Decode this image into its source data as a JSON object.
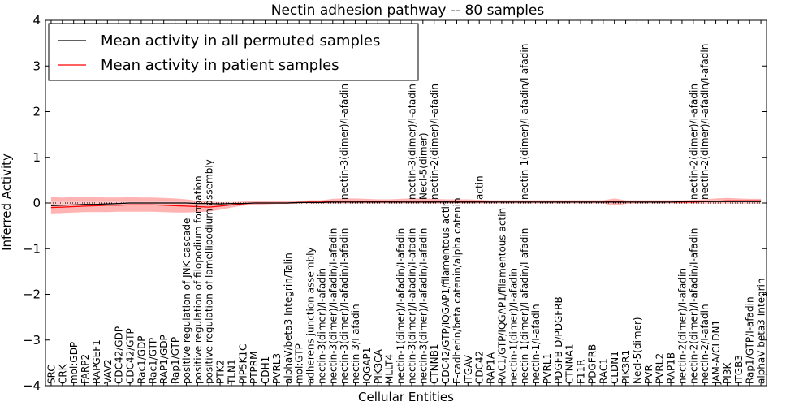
{
  "chart_data": {
    "type": "line",
    "title": "Nectin adhesion pathway -- 80 samples",
    "xlabel": "Cellular Entities",
    "ylabel": "Inferred Activity",
    "ylim": [
      -4,
      4
    ],
    "yticks": [
      -4,
      -3,
      -2,
      -1,
      0,
      1,
      2,
      3,
      4
    ],
    "ytick_labels": [
      "−4",
      "−3",
      "−2",
      "−1",
      "0",
      "1",
      "2",
      "3",
      "4"
    ],
    "grid": false,
    "legend_position": "top-left",
    "categories": [
      "SRC",
      "CRK",
      "mol:GDP",
      "FARP2",
      "RAPGEF1",
      "VAV2",
      "CDC42/GDP",
      "CDC42/GTP",
      "Rac1/GDP",
      "Rac1/GTP",
      "RAP1/GDP",
      "Rap1/GTP",
      "positive regulation of JNK cascade",
      "positive regulation of filopodium formation",
      "positive regulation of lamellipodium assembly",
      "PTK2",
      "TLN1",
      "PIP5K1C",
      "PTPRM",
      "CDH1",
      "PVRL3",
      "alphaV/beta3 Integrin/Talin",
      "mol:GTP",
      "adherens junction assembly",
      "nectin-3(dimer)/I-afadin",
      "nectin-3(dimer)/I-afadin/I-afadin",
      "nectin-3(dimer)/I-afadin/I-afadin",
      "nectin-3/I-afadin",
      "IQGAP1",
      "PIK3CA",
      "MLLT4",
      "nectin-1(dimer)/I-afadin/I-afadin",
      "nectin-3(dimer)/I-afadin/I-afadin",
      "nectin-3(dimer)/I-afadin/I-afadin",
      "CTNNB1",
      "CDC42/GTP/IQGAP1/filamentous actin",
      "E-cadherin/beta catenin/alpha catenin",
      "ITGAV",
      "CDC42",
      "RAP1A",
      "RAC1/GTP/IQGAP1/filamentous actin",
      "nectin-1(dimer)/I-afadin",
      "nectin-1(dimer)/I-afadin/I-afadin",
      "nectin-1/I-afadin",
      "PVRL1",
      "PDGFB-D/PDGFRB",
      "CTNNA1",
      "F11R",
      "PDGFRB",
      "RAC1",
      "CLDN1",
      "PIK3R1",
      "Necl-5(dimer)",
      "PVR",
      "PVRL2",
      "RAP1B",
      "nectin-2(dimer)/I-afadin",
      "nectin-2(dimer)/I-afadin/I-afadin",
      "nectin-2/I-afadin",
      "JAM-A/CLDN1",
      "PI3K",
      "ITGB3",
      "Rap1/GTP/I-afadin",
      "alphaV beta3 Integrin"
    ],
    "upper_labels": [
      {
        "index": 31,
        "text": "nectin-3(dimer)/I-afadin"
      },
      {
        "index": 32,
        "text": "Necl-5(dimer)"
      },
      {
        "index": 33,
        "text": "nectin-2(dimer)/I-afadin"
      },
      {
        "index": 25,
        "text": "nectin-3(dimer)/I-afadin"
      },
      {
        "index": 41,
        "text": "nectin-1(dimer)/I-afadin/I-afadin"
      },
      {
        "index": 37,
        "text": "actin"
      },
      {
        "index": 57,
        "text": "nectin-2(dimer)/I-afadin/I-afadin"
      },
      {
        "index": 56,
        "text": "nectin-2(dimer)/I-afadin"
      }
    ],
    "series": [
      {
        "name": "Mean activity in all permuted samples",
        "color": "#000000",
        "values": [
          -0.06,
          -0.05,
          -0.04,
          -0.03,
          -0.03,
          -0.02,
          -0.01,
          0.0,
          0.0,
          0.0,
          0.0,
          0.0,
          0.0,
          -0.01,
          -0.01,
          -0.02,
          -0.01,
          -0.01,
          0.0,
          0.0,
          0.0,
          0.0,
          0.01,
          0.01,
          0.01,
          0.02,
          0.02,
          0.02,
          0.02,
          0.02,
          0.02,
          0.02,
          0.02,
          0.02,
          0.02,
          0.02,
          0.02,
          0.02,
          0.02,
          0.02,
          0.02,
          0.02,
          0.02,
          0.02,
          0.02,
          0.02,
          0.02,
          0.02,
          0.02,
          0.02,
          0.02,
          0.02,
          0.02,
          0.02,
          0.02,
          0.02,
          0.03,
          0.03,
          0.03,
          0.03,
          0.03,
          0.03,
          0.03,
          0.03
        ]
      },
      {
        "name": "Mean activity in patient samples",
        "color": "#ff0000",
        "values": [
          -0.1,
          -0.09,
          -0.08,
          -0.07,
          -0.06,
          -0.05,
          -0.05,
          -0.04,
          -0.04,
          -0.04,
          -0.05,
          -0.06,
          -0.07,
          -0.08,
          -0.09,
          -0.07,
          -0.04,
          -0.02,
          0.0,
          0.0,
          0.0,
          0.0,
          0.01,
          0.02,
          0.02,
          0.04,
          0.04,
          0.04,
          0.03,
          0.03,
          0.03,
          0.04,
          0.04,
          0.04,
          0.03,
          0.03,
          0.03,
          0.03,
          0.03,
          0.02,
          0.02,
          0.02,
          0.02,
          0.02,
          0.02,
          0.02,
          0.02,
          0.02,
          0.02,
          0.02,
          0.03,
          0.02,
          0.02,
          0.02,
          0.02,
          0.02,
          0.02,
          0.02,
          0.03,
          0.04,
          0.05,
          0.05,
          0.05,
          0.05
        ]
      }
    ],
    "bands": [
      {
        "color": "#ff9999",
        "lower": [
          -0.23,
          -0.22,
          -0.21,
          -0.2,
          -0.2,
          -0.2,
          -0.19,
          -0.19,
          -0.19,
          -0.19,
          -0.2,
          -0.21,
          -0.21,
          -0.2,
          -0.19,
          -0.15,
          -0.1,
          -0.06,
          -0.04,
          -0.03,
          -0.02,
          -0.02,
          -0.01,
          -0.01,
          -0.01,
          -0.01,
          -0.01,
          -0.01,
          -0.01,
          -0.01,
          -0.01,
          -0.01,
          -0.01,
          -0.01,
          -0.01,
          -0.01,
          -0.01,
          -0.01,
          -0.01,
          -0.01,
          -0.01,
          -0.01,
          -0.01,
          -0.01,
          -0.01,
          -0.01,
          -0.01,
          -0.01,
          -0.01,
          -0.01,
          -0.06,
          -0.02,
          -0.01,
          -0.01,
          -0.01,
          -0.01,
          -0.01,
          -0.01,
          -0.01,
          -0.01,
          -0.01,
          -0.01,
          -0.01,
          -0.01
        ],
        "upper": [
          0.13,
          0.12,
          0.13,
          0.14,
          0.13,
          0.12,
          0.12,
          0.13,
          0.12,
          0.12,
          0.11,
          0.1,
          0.08,
          0.05,
          0.03,
          0.02,
          0.02,
          0.03,
          0.04,
          0.05,
          0.05,
          0.05,
          0.05,
          0.06,
          0.06,
          0.09,
          0.1,
          0.1,
          0.09,
          0.08,
          0.08,
          0.09,
          0.1,
          0.1,
          0.09,
          0.08,
          0.08,
          0.08,
          0.07,
          0.06,
          0.06,
          0.06,
          0.06,
          0.06,
          0.06,
          0.06,
          0.06,
          0.06,
          0.06,
          0.06,
          0.1,
          0.06,
          0.06,
          0.06,
          0.06,
          0.06,
          0.06,
          0.07,
          0.08,
          0.1,
          0.11,
          0.1,
          0.09,
          0.09
        ]
      },
      {
        "color": "#ffcccc",
        "lower": [
          -0.05,
          -0.05,
          -0.04,
          -0.03,
          -0.03,
          -0.02,
          -0.02,
          -0.02,
          -0.02,
          -0.02,
          -0.02,
          -0.03,
          -0.03,
          -0.03,
          -0.03,
          -0.02,
          -0.01,
          -0.01,
          0.0,
          0.0,
          0.0,
          0.0,
          0.0,
          0.0,
          0.0,
          0.01,
          0.01,
          0.01,
          0.01,
          0.01,
          0.01,
          0.01,
          0.01,
          0.01,
          0.01,
          0.01,
          0.01,
          0.01,
          0.01,
          0.01,
          0.01,
          0.01,
          0.01,
          0.01,
          0.01,
          0.01,
          0.01,
          0.01,
          0.01,
          0.01,
          0.01,
          0.01,
          0.01,
          0.01,
          0.01,
          0.01,
          0.01,
          0.01,
          0.01,
          0.01,
          0.01,
          0.01,
          0.01,
          0.01
        ],
        "upper": [
          0.03,
          0.03,
          0.03,
          0.03,
          0.03,
          0.03,
          0.03,
          0.03,
          0.03,
          0.03,
          0.03,
          0.03,
          0.03,
          0.02,
          0.02,
          0.02,
          0.02,
          0.02,
          0.02,
          0.02,
          0.02,
          0.02,
          0.02,
          0.03,
          0.03,
          0.04,
          0.04,
          0.04,
          0.04,
          0.04,
          0.04,
          0.04,
          0.04,
          0.04,
          0.04,
          0.04,
          0.04,
          0.04,
          0.04,
          0.03,
          0.03,
          0.03,
          0.03,
          0.03,
          0.03,
          0.03,
          0.03,
          0.03,
          0.03,
          0.03,
          0.04,
          0.03,
          0.03,
          0.03,
          0.03,
          0.03,
          0.04,
          0.04,
          0.05,
          0.06,
          0.06,
          0.06,
          0.06,
          0.06
        ]
      }
    ]
  }
}
